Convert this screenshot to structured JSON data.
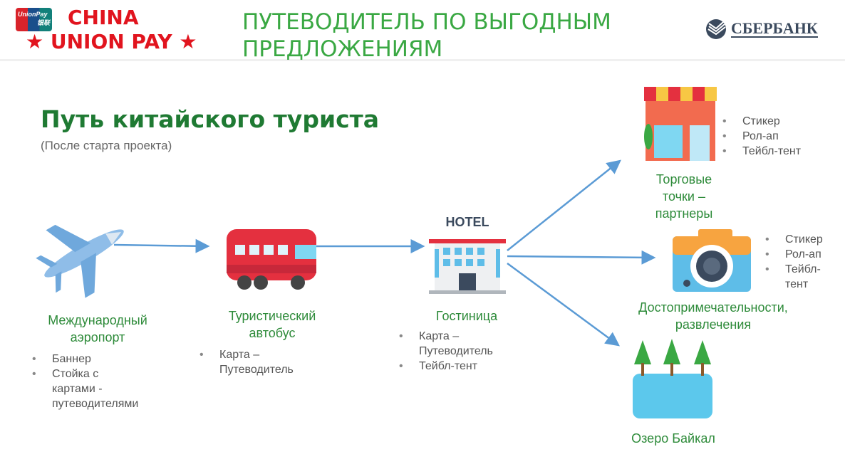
{
  "header": {
    "title_line1": "ПУТЕВОДИТЕЛЬ ПО ВЫГОДНЫМ",
    "title_line2": "ПРЕДЛОЖЕНИЯМ",
    "logo_left_line1": "CHINA",
    "logo_left_line2": "UNION PAY",
    "card_text": "UnionPay",
    "card_cn": "银联",
    "logo_right": "СБЕРБАНК"
  },
  "main": {
    "heading": "Путь китайского туриста",
    "subheading": "(После старта проекта)"
  },
  "nodes": {
    "airport": {
      "label1": "Международный",
      "label2": "аэропорт",
      "items": [
        "Баннер",
        "Стойка с",
        "картами -",
        "путеводителями"
      ]
    },
    "bus": {
      "label1": "Туристический",
      "label2": "автобус",
      "items": [
        "Карта –",
        "Путеводитель"
      ]
    },
    "hotel": {
      "sign": "HOTEL",
      "label": "Гостиница",
      "items": [
        "Карта –",
        "Путеводитель",
        "Тейбл-тент"
      ]
    },
    "shops": {
      "label1": "Торговые",
      "label2": "точки –",
      "label3": "партнеры",
      "items": [
        "Стикер",
        "Рол-ап",
        "Тейбл-тент"
      ]
    },
    "sights": {
      "label1": "Достопримечательности,",
      "label2": "развлечения",
      "items": [
        "Стикер",
        "Рол-ап",
        "Тейбл-",
        "тент"
      ]
    },
    "baikal": {
      "label": "Озеро Байкал"
    }
  },
  "colors": {
    "arrow": "#5b9bd5",
    "green": "#1f7a33",
    "red": "#e1141e"
  }
}
